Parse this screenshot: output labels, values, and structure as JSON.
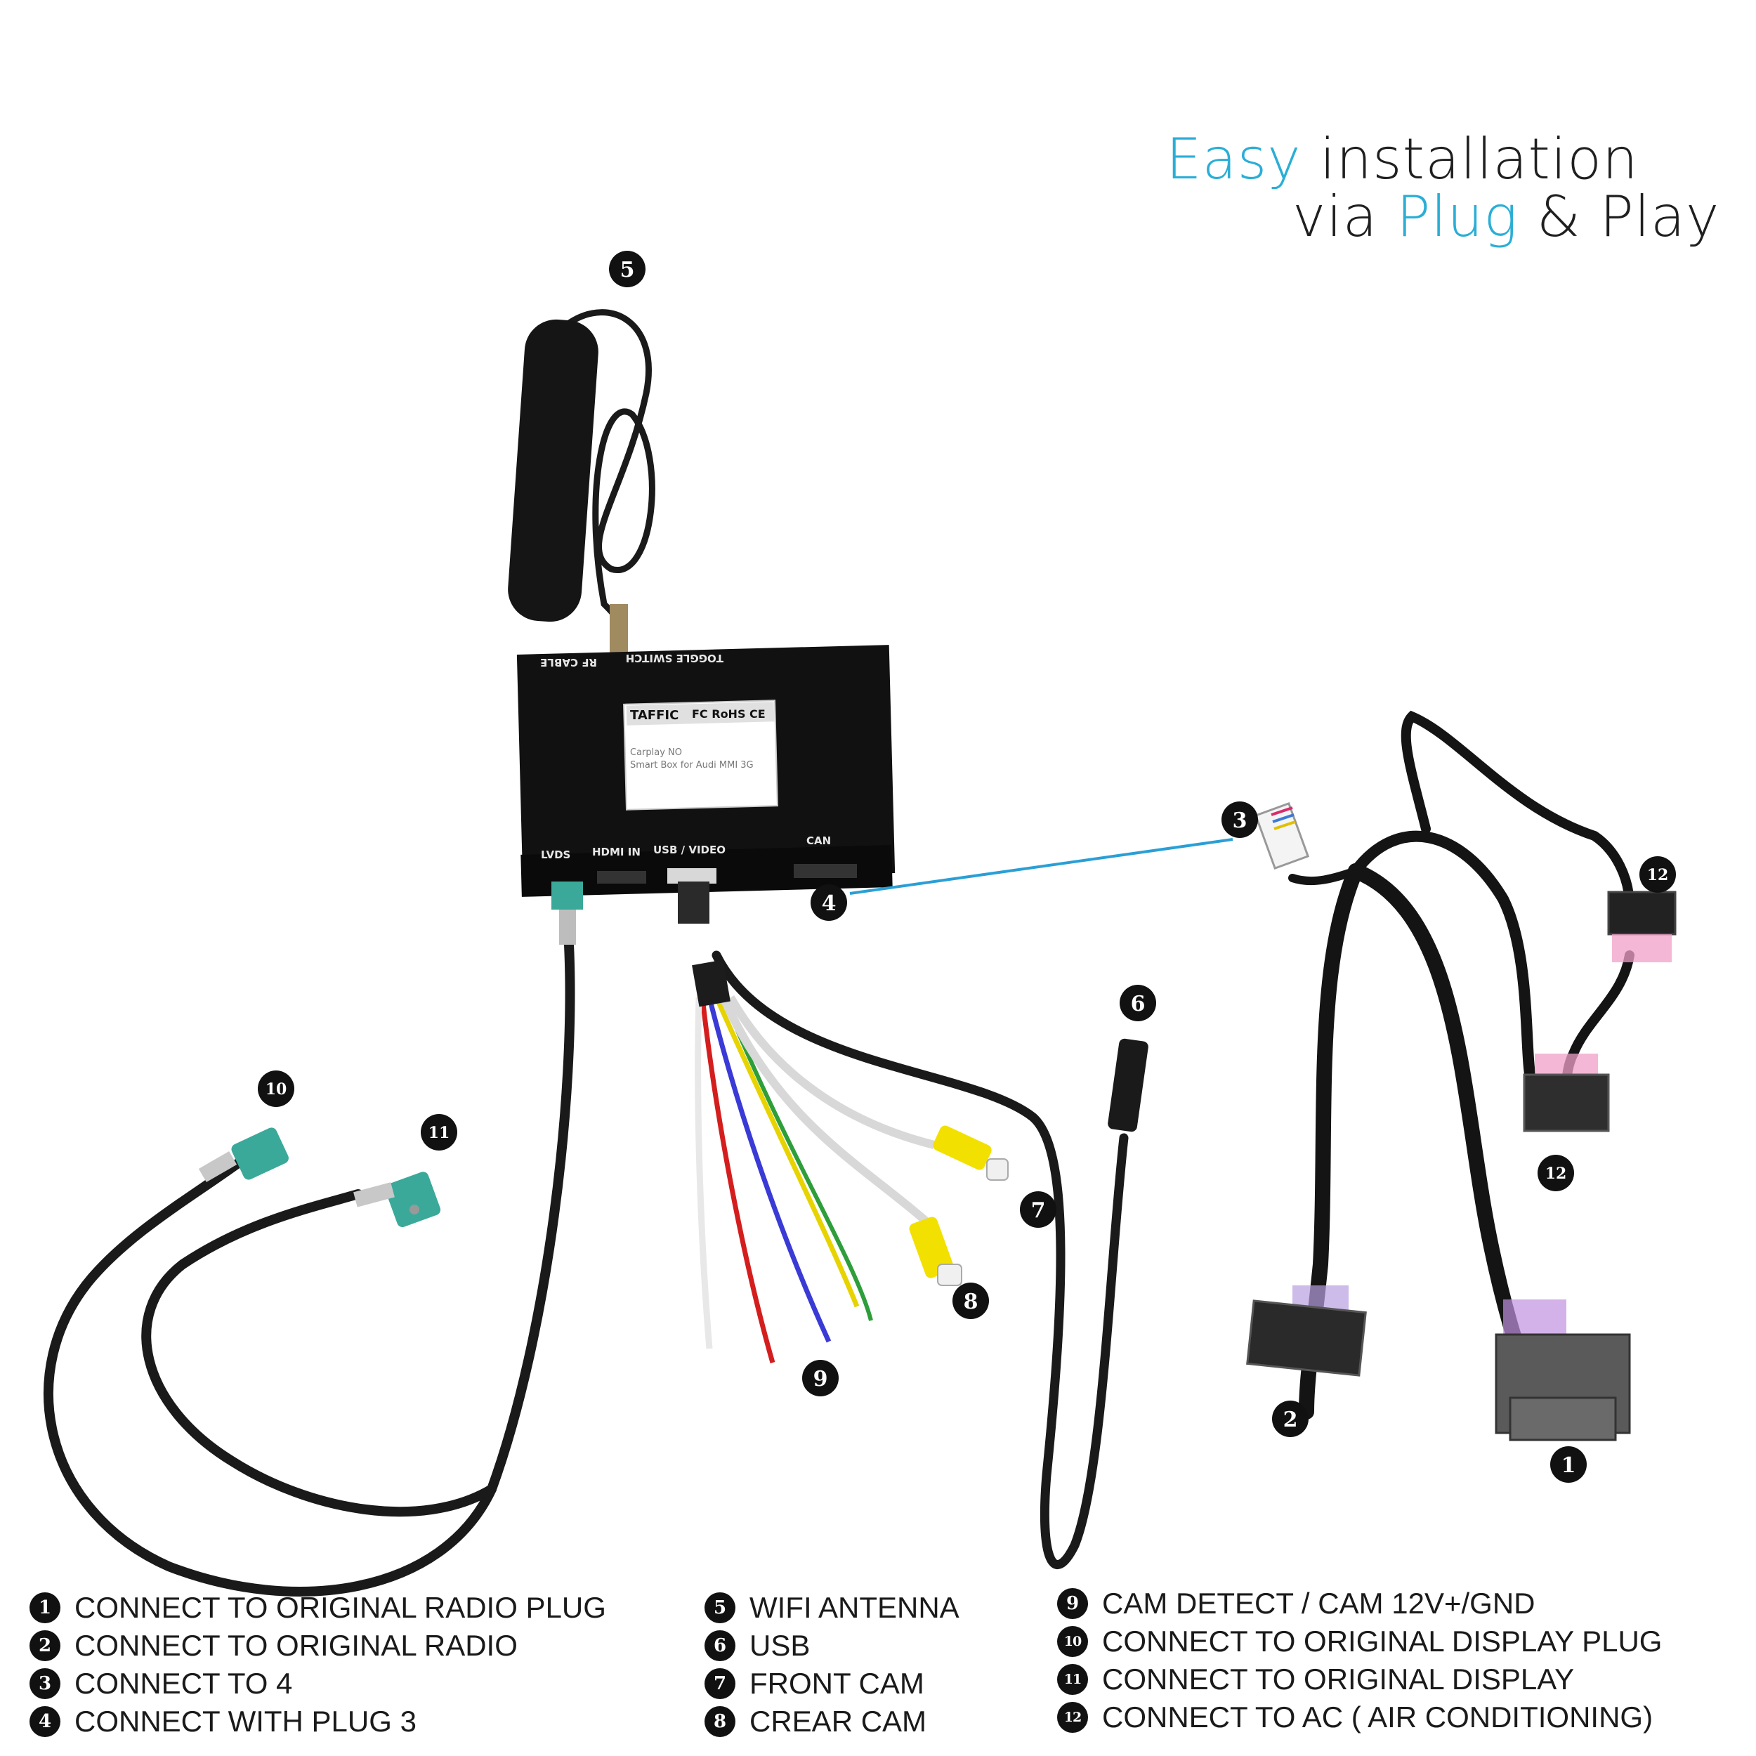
{
  "headline": {
    "line1_accent": "Easy",
    "line1_rest": " installation",
    "line2_pre": "via ",
    "line2_accent": "Plug",
    "line2_rest": " & Play"
  },
  "colors": {
    "accent": "#2aaed6",
    "module": "#111111",
    "connector_teal": "#3aa99a",
    "leader_line": "#2a9fd6",
    "rca_yellow": "#f2e000"
  },
  "module": {
    "label_rf": "RF CABLE",
    "label_toggle": "TOGGLE SWITCH",
    "label_lvds": "LVDS",
    "label_hdmi": "HDMI IN",
    "label_usb": "USB / VIDEO",
    "label_can": "CAN",
    "sticker_brand": "TAFFIC",
    "sticker_marks": "FC RoHS CE",
    "sticker_line1": "Carplay NO",
    "sticker_line2": "Smart Box for Audi MMI 3G"
  },
  "callouts": [
    "1",
    "2",
    "3",
    "4",
    "5",
    "6",
    "7",
    "8",
    "9",
    "10",
    "11",
    "12",
    "12"
  ],
  "legend": [
    {
      "n": "1",
      "text": "CONNECT TO ORIGINAL RADIO PLUG"
    },
    {
      "n": "2",
      "text": "CONNECT TO ORIGINAL RADIO"
    },
    {
      "n": "3",
      "text": "CONNECT TO 4"
    },
    {
      "n": "4",
      "text": "CONNECT WITH PLUG 3"
    },
    {
      "n": "5",
      "text": "WIFI ANTENNA"
    },
    {
      "n": "6",
      "text": "USB"
    },
    {
      "n": "7",
      "text": "FRONT CAM"
    },
    {
      "n": "8",
      "text": "CREAR CAM"
    },
    {
      "n": "9",
      "text": "CAM DETECT / CAM 12V+/GND"
    },
    {
      "n": "10",
      "text": "CONNECT TO ORIGINAL DISPLAY PLUG"
    },
    {
      "n": "11",
      "text": "CONNECT TO ORIGINAL DISPLAY"
    },
    {
      "n": "12",
      "text": "CONNECT TO AC ( AIR CONDITIONING)"
    }
  ]
}
